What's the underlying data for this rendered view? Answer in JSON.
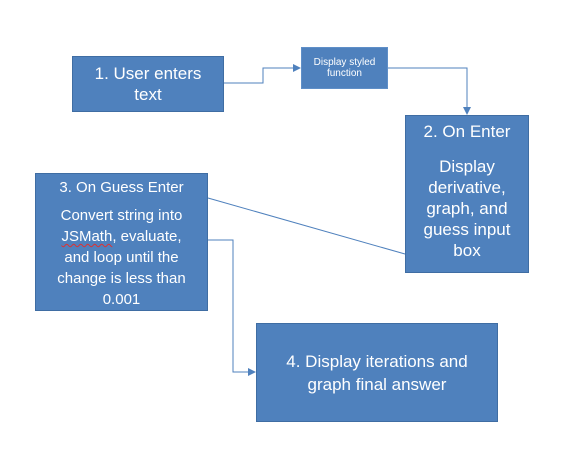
{
  "boxes": {
    "user_enters": {
      "text": "1. User enters\ntext"
    },
    "display_styled": {
      "text": "Display styled\nfunction"
    },
    "on_enter": {
      "title": "2. On Enter",
      "body": "Display\nderivative,\ngraph, and\nguess input\nbox"
    },
    "on_guess_enter": {
      "title": "3. On Guess Enter",
      "body_line1": "Convert string into",
      "body_jsmath": "JSMath",
      "body_after_jsmath": ", evaluate,",
      "body_rest": "and loop until the\nchange is less than\n0.001"
    },
    "display_iterations": {
      "text": "4. Display iterations and\ngraph final answer"
    }
  },
  "colors": {
    "box_fill": "#4f81bd",
    "box_text": "#ffffff",
    "connector": "#4f81bd",
    "spellcheck_underline": "#e03030"
  }
}
